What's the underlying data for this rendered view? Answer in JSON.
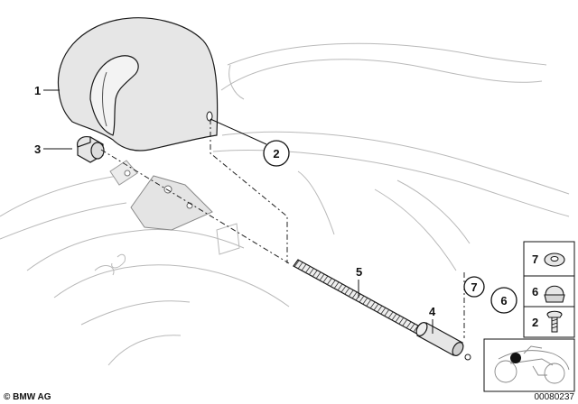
{
  "callouts": {
    "c1": "1",
    "c2": "2",
    "c3": "3",
    "c4": "4",
    "c5": "5",
    "c7": "7",
    "c6": "6"
  },
  "legend": {
    "l7": "7",
    "l6": "6",
    "l2": "2"
  },
  "footer": {
    "copyright": "© BMW AG",
    "diagram_number": "00080237"
  },
  "colors": {
    "part_fill": "#e6e6e6",
    "outline": "#1a1a1a",
    "ghost_line": "#b9b9b9",
    "highlight": "#111111"
  }
}
